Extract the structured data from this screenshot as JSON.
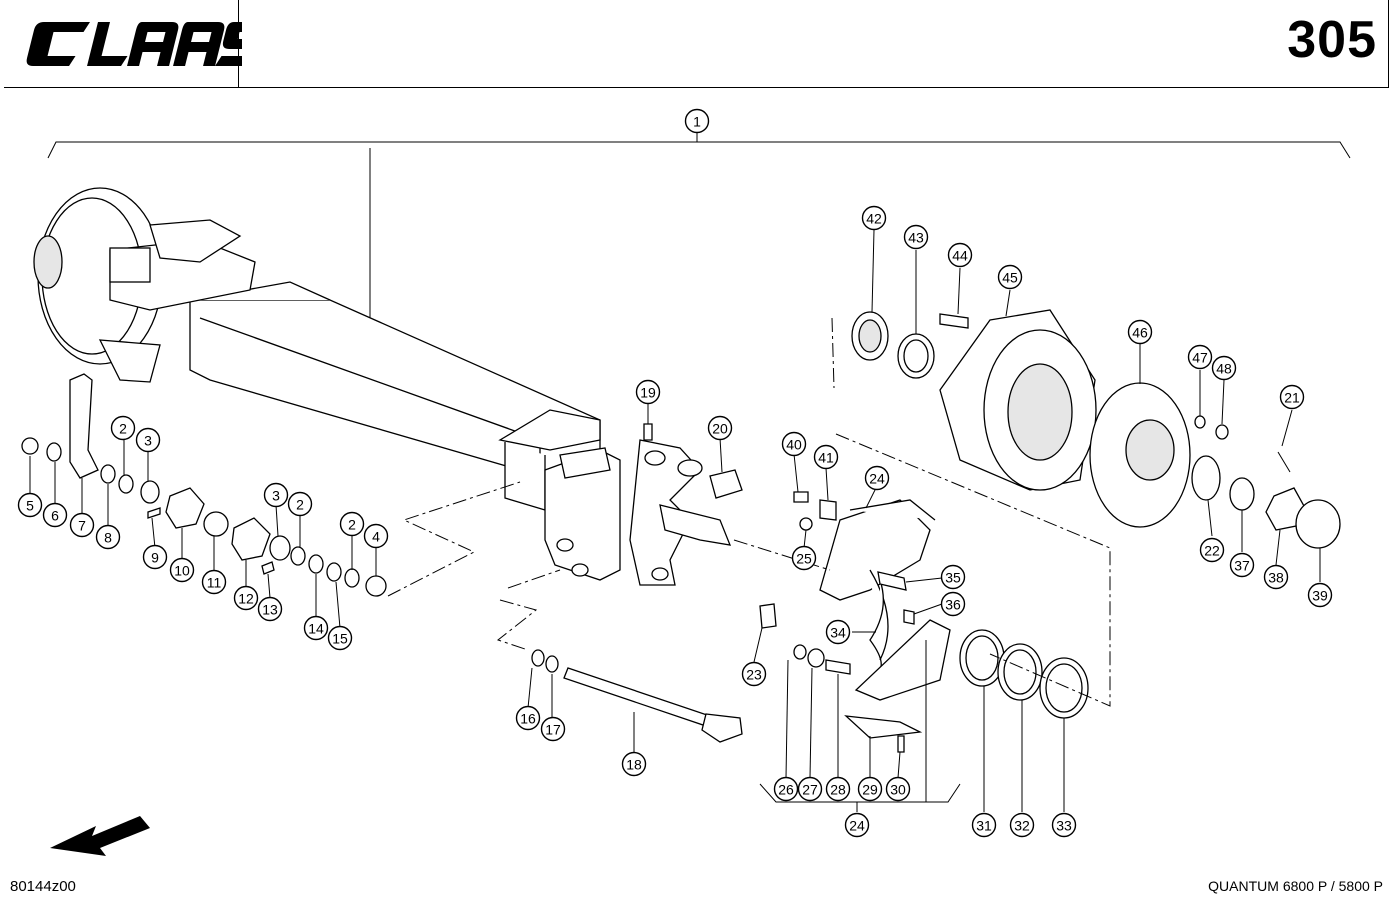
{
  "header": {
    "brand": "CLAAS",
    "page_number": "305"
  },
  "footer": {
    "drawing_code": "80144z00",
    "model": "QUANTUM 6800 P / 5800 P"
  },
  "callouts": [
    "1",
    "2",
    "3",
    "4",
    "5",
    "6",
    "7",
    "8",
    "9",
    "10",
    "11",
    "12",
    "13",
    "14",
    "15",
    "16",
    "17",
    "18",
    "19",
    "20",
    "21",
    "22",
    "23",
    "24",
    "25",
    "26",
    "27",
    "28",
    "29",
    "30",
    "31",
    "32",
    "33",
    "34",
    "35",
    "36",
    "37",
    "38",
    "39",
    "40",
    "41",
    "42",
    "43",
    "44",
    "45",
    "46",
    "47",
    "48"
  ],
  "callout_labels": [
    {
      "text": "1"
    },
    {
      "text": "2"
    },
    {
      "text": "3"
    },
    {
      "text": "5"
    },
    {
      "text": "6"
    },
    {
      "text": "7"
    },
    {
      "text": "8"
    },
    {
      "text": "9"
    },
    {
      "text": "10"
    },
    {
      "text": "11"
    },
    {
      "text": "12"
    },
    {
      "text": "13"
    },
    {
      "text": "3"
    },
    {
      "text": "2"
    },
    {
      "text": "2"
    },
    {
      "text": "4"
    },
    {
      "text": "14"
    },
    {
      "text": "15"
    },
    {
      "text": "16"
    },
    {
      "text": "17"
    },
    {
      "text": "18"
    },
    {
      "text": "19"
    },
    {
      "text": "20"
    },
    {
      "text": "40"
    },
    {
      "text": "41"
    },
    {
      "text": "24"
    },
    {
      "text": "25"
    },
    {
      "text": "35"
    },
    {
      "text": "36"
    },
    {
      "text": "34"
    },
    {
      "text": "23"
    },
    {
      "text": "26"
    },
    {
      "text": "27"
    },
    {
      "text": "28"
    },
    {
      "text": "29"
    },
    {
      "text": "30"
    },
    {
      "text": "24"
    },
    {
      "text": "31"
    },
    {
      "text": "32"
    },
    {
      "text": "33"
    },
    {
      "text": "42"
    },
    {
      "text": "43"
    },
    {
      "text": "44"
    },
    {
      "text": "45"
    },
    {
      "text": "46"
    },
    {
      "text": "47"
    },
    {
      "text": "48"
    },
    {
      "text": "21"
    },
    {
      "text": "22"
    },
    {
      "text": "37"
    },
    {
      "text": "38"
    },
    {
      "text": "39"
    }
  ]
}
